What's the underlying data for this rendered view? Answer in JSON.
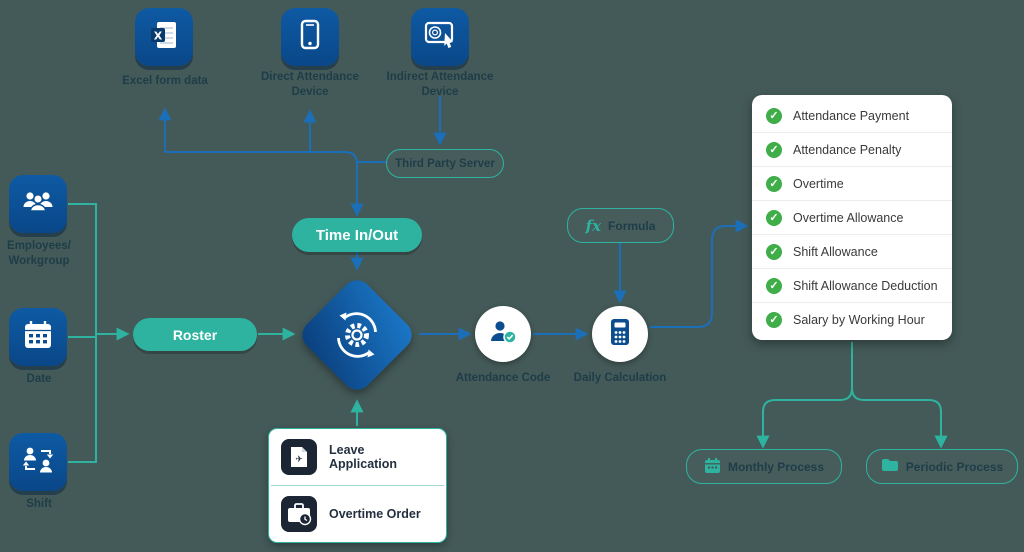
{
  "colors": {
    "background": "#445a58",
    "primary_blue": "#0b4d8f",
    "accent_teal": "#2db3a0",
    "line_blue": "#1b6fb8",
    "check_green": "#3fae49"
  },
  "top_sources": [
    {
      "label": "Excel form data",
      "icon": "excel-icon"
    },
    {
      "label": "Direct Attendance Device",
      "icon": "phone-icon"
    },
    {
      "label": "Indirect Attendance Device",
      "icon": "fingerprint-device-icon"
    }
  ],
  "left_inputs": [
    {
      "label": "Employees/ Workgroup",
      "icon": "people-icon"
    },
    {
      "label": "Date",
      "icon": "calendar-icon"
    },
    {
      "label": "Shift",
      "icon": "shift-people-icon"
    }
  ],
  "nodes": {
    "third_party_server": "Third Party Server",
    "time_in_out": "Time In/Out",
    "roster": "Roster",
    "attendance_code": "Attendance Code",
    "daily_calculation": "Daily Calculation",
    "formula_fx": "fx",
    "formula": "Formula"
  },
  "outputs": [
    "Attendance Payment",
    "Attendance Penalty",
    "Overtime",
    "Overtime Allowance",
    "Shift Allowance",
    "Shift Allowance Deduction",
    "Salary by Working Hour"
  ],
  "bottom_inputs": [
    {
      "label": "Leave Application",
      "icon": "leave-document-icon"
    },
    {
      "label": "Overtime Order",
      "icon": "briefcase-clock-icon"
    }
  ],
  "processes": [
    {
      "label": "Monthly Process",
      "icon": "calendar-small-icon"
    },
    {
      "label": "Periodic Process",
      "icon": "folder-icon"
    }
  ]
}
